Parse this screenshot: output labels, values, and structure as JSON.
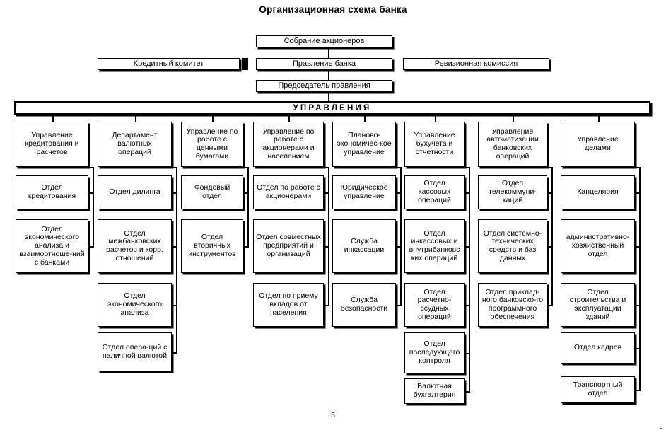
{
  "document": {
    "title": "Организационная схема банка",
    "page_number": "5"
  },
  "banner": {
    "label": "УПРАВЛЕНИЯ"
  },
  "top_hierarchy": {
    "shareholders_meeting": "Собрание акционеров",
    "credit_committee": "Кредитный комитет",
    "bank_board": "Правление банка",
    "audit_commission": "Ревизионная комиссия",
    "board_chairman": "Председатель правления"
  },
  "chart_data": {
    "type": "diagram",
    "title": "Организационная схема банка",
    "columns": [
      {
        "head": "Управление кредитования и расчетов",
        "children": [
          "Отдел кредитования",
          "Отдел экономического анализа и взаимоотноше-ний с банками"
        ]
      },
      {
        "head": "Департамент валютных операций",
        "children": [
          "Отдел дилинга",
          "Отдел межбанковских расчетов и корр. отношений",
          "Отдел экономического анализа",
          "Отдел опера-ций с наличной валютой"
        ]
      },
      {
        "head": "Управление по работе с ценными бумагами",
        "children": [
          "Фондовый отдел",
          "Отдел вторичных инструментов"
        ]
      },
      {
        "head": "Управление по работе с акционерами и населением",
        "children": [
          "Отдел по работе с акционерами",
          "Отдел совместных предприятий и организаций",
          "Отдел по приему вкладов от населения"
        ]
      },
      {
        "head": "Планово-экономичес-кое управление",
        "children": [
          "Юридическое управление",
          "Служба инкассации",
          "Служба безопасности"
        ]
      },
      {
        "head": "Управление бухучета и отчетности",
        "children": [
          "Отдел кассовых операций",
          "Отдел инкассовых и внутрибанковс ких операций",
          "Отдел расчетно-ссудных операций",
          "Отдел последующего контроля",
          "Валютная бухгалтерия"
        ]
      },
      {
        "head": "Управление автоматизации банковских операций",
        "children": [
          "Отдел телекоммуни-каций",
          "Отдел системно-технических средств и баз данных",
          "Отдел приклад-ного банковско-го программного обеспечения"
        ]
      },
      {
        "head": "Управление делами",
        "children": [
          "Канцелярия",
          "административно-хозяйственный отдел",
          "Отдел строительства и эксплуатации зданий",
          "Отдел кадров",
          "Транспортный отдел"
        ]
      }
    ]
  }
}
